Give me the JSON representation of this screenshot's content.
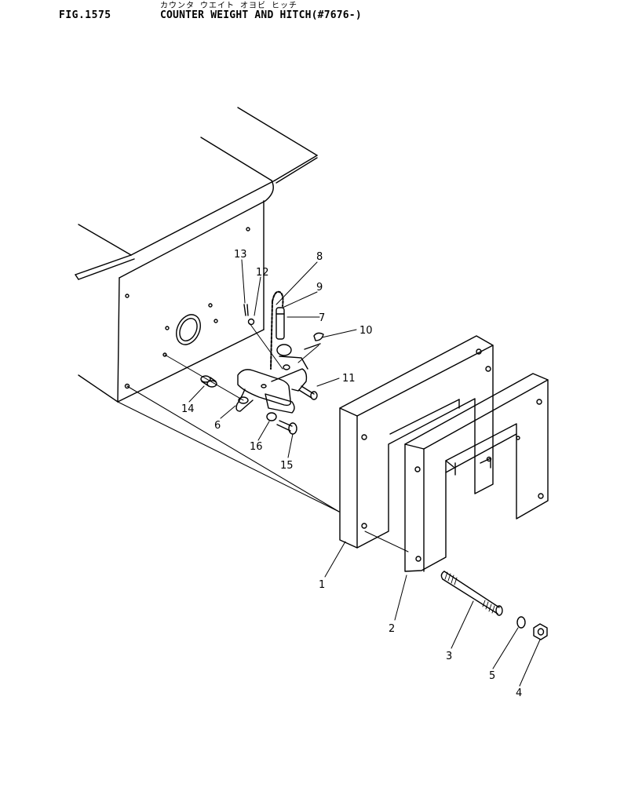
{
  "header": {
    "figure_number": "FIG.1575",
    "title_japanese": "カウンタ ウエイト オヨビ ヒッチ",
    "title_english": "COUNTER WEIGHT AND HITCH(#7676-)"
  },
  "callouts": [
    "1",
    "2",
    "3",
    "4",
    "5",
    "6",
    "7",
    "8",
    "9",
    "10",
    "11",
    "12",
    "13",
    "14",
    "15",
    "16"
  ]
}
